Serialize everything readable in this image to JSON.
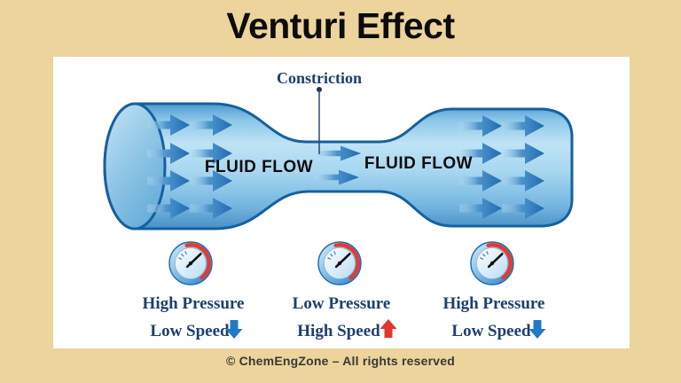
{
  "page": {
    "background_color": "#edd49c",
    "title": "Venturi Effect",
    "footer": "© ChemEngZone – All rights reserved"
  },
  "diagram": {
    "constriction_label": "Constriction",
    "fluid_flow_left": "FLUID FLOW",
    "fluid_flow_right": "FLUID FLOW",
    "colors": {
      "tube_fill": "#9fd2ee",
      "tube_outline": "#15609f",
      "flow_arrow": "#2b79bd",
      "label_text": "#1e3f6d",
      "gauge_red_zone": "#e8392e",
      "down_arrow_blue": "#2478c8",
      "up_arrow_red": "#e2352b"
    },
    "gauges": [
      {
        "name": "inlet-gauge",
        "pressure_label": "High Pressure",
        "speed_label": "Low Speed",
        "speed_direction": "down",
        "speed_arrow_color": "#2478c8"
      },
      {
        "name": "throat-gauge",
        "pressure_label": "Low Pressure",
        "speed_label": "High Speed",
        "speed_direction": "up",
        "speed_arrow_color": "#e2352b"
      },
      {
        "name": "outlet-gauge",
        "pressure_label": "High Pressure",
        "speed_label": "Low Speed",
        "speed_direction": "down",
        "speed_arrow_color": "#2478c8"
      }
    ]
  }
}
